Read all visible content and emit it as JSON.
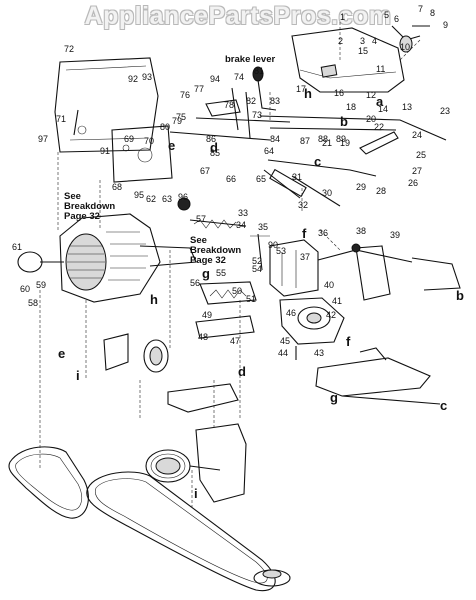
{
  "watermark": "AppliancePartsPros.com",
  "notes": {
    "brake_lever": "brake lever",
    "see_breakdown_1": "See\nBreakdown\nPage 32",
    "see_breakdown_2": "See\nBreakdown\nPage 32"
  },
  "part_numbers": [
    "1",
    "2",
    "3",
    "4",
    "5",
    "6",
    "7",
    "8",
    "9",
    "10",
    "11",
    "12",
    "13",
    "14",
    "15",
    "16",
    "17",
    "18",
    "19",
    "20",
    "21",
    "22",
    "23",
    "24",
    "25",
    "26",
    "27",
    "28",
    "29",
    "30",
    "31",
    "32",
    "33",
    "34",
    "35",
    "36",
    "37",
    "38",
    "39",
    "40",
    "41",
    "42",
    "43",
    "44",
    "45",
    "46",
    "47",
    "48",
    "49",
    "50",
    "51",
    "52",
    "53",
    "54",
    "55",
    "56",
    "57",
    "58",
    "59",
    "60",
    "61",
    "62",
    "63",
    "64",
    "65",
    "66",
    "67",
    "68",
    "69",
    "70",
    "71",
    "72",
    "73",
    "74",
    "75",
    "76",
    "77",
    "78",
    "79",
    "80",
    "81",
    "82",
    "83",
    "84",
    "85",
    "86",
    "87",
    "88",
    "89",
    "90",
    "91",
    "92",
    "93",
    "94",
    "95",
    "96",
    "97"
  ],
  "letter_refs": [
    "a",
    "b",
    "c",
    "d",
    "e",
    "f",
    "g",
    "h",
    "i"
  ]
}
